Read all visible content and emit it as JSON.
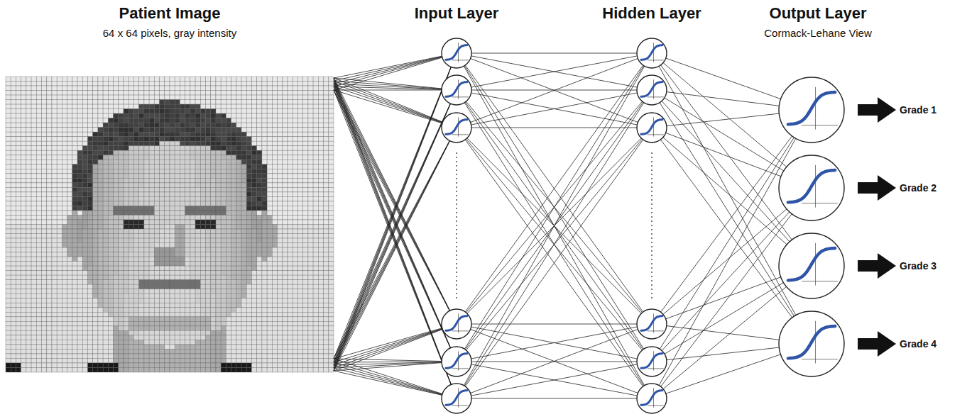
{
  "diagram": {
    "labels": [
      "Patient Image",
      "64 x 64 pixels, gray intensity",
      "Input Layer",
      "Hidden Layer",
      "Output Layer",
      "Cormack-Lehane View",
      "Grade 1",
      "Grade 2",
      "Grade 3",
      "Grade 4"
    ]
  }
}
